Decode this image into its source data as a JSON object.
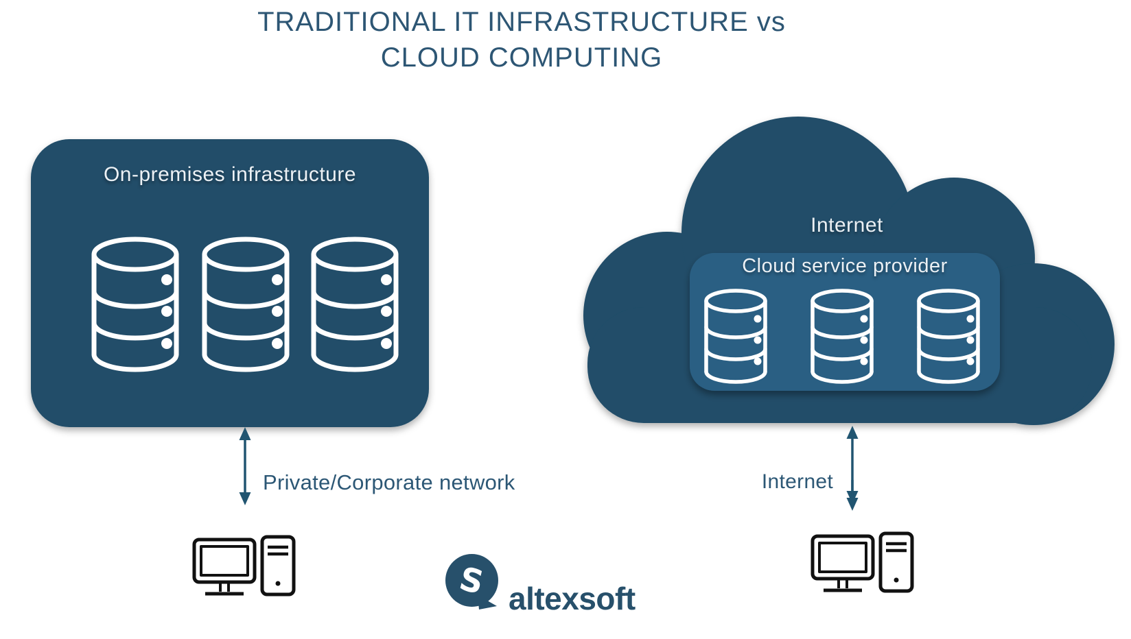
{
  "title": {
    "line1": "TRADITIONAL IT INFRASTRUCTURE vs",
    "line2": "CLOUD COMPUTING"
  },
  "left_panel": {
    "label": "On-premises infrastructure",
    "database_count": 3
  },
  "cloud": {
    "label": "Internet",
    "provider_box": {
      "label": "Cloud service provider",
      "database_count": 3
    }
  },
  "connections": {
    "left": {
      "label": "Private/Corporate network",
      "type": "double-headed-arrow"
    },
    "right": {
      "label": "Internet",
      "type": "double-headed-arrow"
    }
  },
  "endpoints": {
    "left": "desktop-computer",
    "right": "desktop-computer"
  },
  "logo": {
    "text": "altexsoft",
    "mark_letter": "S"
  },
  "colors": {
    "primary_dark": "#204e69",
    "provider_box_blue": "#2b5f83",
    "heading_text": "#2d5674",
    "light_text": "#ecf1f5",
    "arrow": "#215571",
    "computer_outline": "#111111",
    "logo": "#27506b",
    "background": "#ffffff"
  }
}
